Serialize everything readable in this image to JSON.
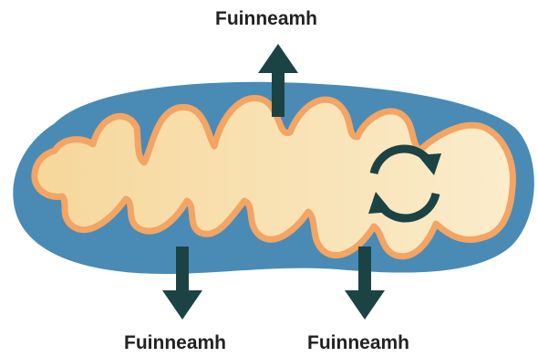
{
  "labels": {
    "top": "Fuinneamh",
    "bottom_left": "Fuinneamh",
    "bottom_right": "Fuinneamh"
  },
  "colors": {
    "outer_membrane": "#4a8bb5",
    "inner_membrane": "#f4a463",
    "matrix_light": "#fbeccb",
    "matrix_dark": "#f6d79b",
    "arrow": "#1c4344"
  },
  "icons": {
    "cycle": "cycle-arrows-icon",
    "arrow_up": "arrow-up-icon",
    "arrow_down": "arrow-down-icon"
  }
}
